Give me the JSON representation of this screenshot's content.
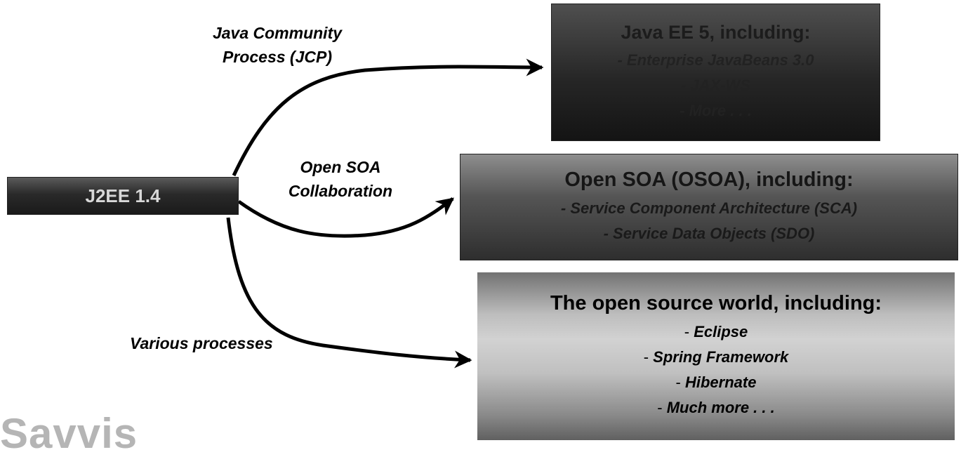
{
  "source": {
    "label": "J2EE 1.4"
  },
  "labels": {
    "jcp_line1": "Java Community",
    "jcp_line2": "Process (JCP)",
    "osoa_line1": "Open SOA",
    "osoa_line2": "Collaboration",
    "various": "Various processes"
  },
  "targets": {
    "javaee": {
      "title": "Java EE 5, including:",
      "items": [
        "- Enterprise JavaBeans 3.0",
        "- JAX-WS",
        "- More . . ."
      ]
    },
    "osoa": {
      "title": "Open SOA (OSOA), including:",
      "items": [
        "- Service Component Architecture (SCA)",
        "- Service Data Objects (SDO)"
      ]
    },
    "oss": {
      "title": "The open source world, including:",
      "dash": "-",
      "items": [
        "Eclipse",
        "Spring Framework",
        "Hibernate",
        "Much more . . ."
      ]
    }
  },
  "watermark": "Savvis",
  "colors": {
    "arrow": "#000000",
    "source_box": "#2a2a2a",
    "watermark": "#b5b5b5"
  }
}
